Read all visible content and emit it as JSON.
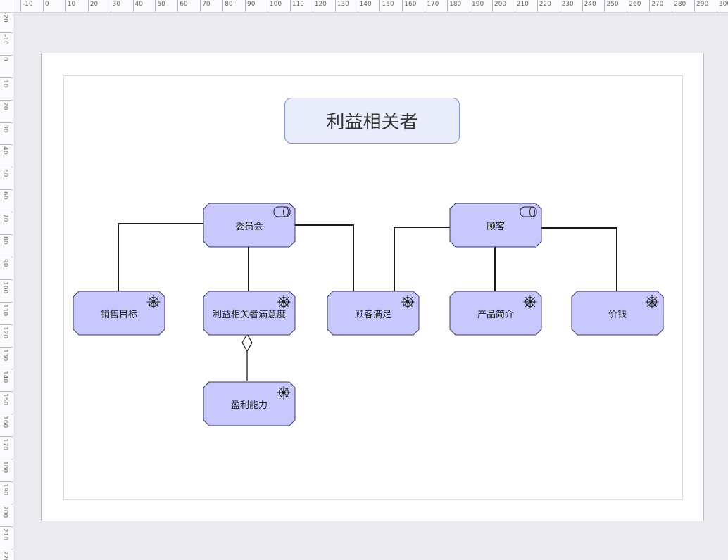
{
  "ruler": {
    "top_labels": [
      "-10",
      "0",
      "10",
      "20",
      "30",
      "40",
      "50",
      "60",
      "70",
      "80",
      "90",
      "100",
      "110",
      "120",
      "130",
      "140",
      "150",
      "160",
      "170",
      "180",
      "190",
      "200",
      "210",
      "220",
      "230",
      "240",
      "250",
      "260",
      "270",
      "280",
      "290",
      "300"
    ],
    "left_labels": [
      "-20",
      "-10",
      "0",
      "10",
      "20",
      "30",
      "40",
      "50",
      "60",
      "70",
      "80",
      "90",
      "100",
      "110",
      "120",
      "130",
      "140",
      "150",
      "160",
      "170",
      "180",
      "190",
      "200",
      "210",
      "220"
    ]
  },
  "diagram": {
    "title": "利益相关者",
    "colors": {
      "node_fill": "#c8c8ff",
      "node_stroke": "#3a3a5a",
      "title_fill": "#e9ecfb",
      "title_stroke": "#7f93d6",
      "connector": "#1a1a1a"
    },
    "nodes": {
      "committee": {
        "label": "委员会",
        "icon": "stakeholder-icon"
      },
      "customer": {
        "label": "顾客",
        "icon": "stakeholder-icon"
      },
      "sales_target": {
        "label": "销售目标",
        "icon": "driver-icon"
      },
      "stakeholder_satisfaction": {
        "label": "利益相关者满意度",
        "icon": "driver-icon"
      },
      "customer_satisfaction": {
        "label": "顾客满足",
        "icon": "driver-icon"
      },
      "product_intro": {
        "label": "产品简介",
        "icon": "driver-icon"
      },
      "price": {
        "label": "价钱",
        "icon": "driver-icon"
      },
      "profitability": {
        "label": "盈利能力",
        "icon": "driver-icon"
      }
    },
    "relations": [
      {
        "from": "committee",
        "to": "sales_target",
        "type": "association"
      },
      {
        "from": "committee",
        "to": "stakeholder_satisfaction",
        "type": "association"
      },
      {
        "from": "committee",
        "to": "customer_satisfaction",
        "type": "association"
      },
      {
        "from": "customer",
        "to": "customer_satisfaction",
        "type": "association"
      },
      {
        "from": "customer",
        "to": "product_intro",
        "type": "association"
      },
      {
        "from": "customer",
        "to": "price",
        "type": "association"
      },
      {
        "from": "stakeholder_satisfaction",
        "to": "profitability",
        "type": "aggregation"
      }
    ]
  }
}
